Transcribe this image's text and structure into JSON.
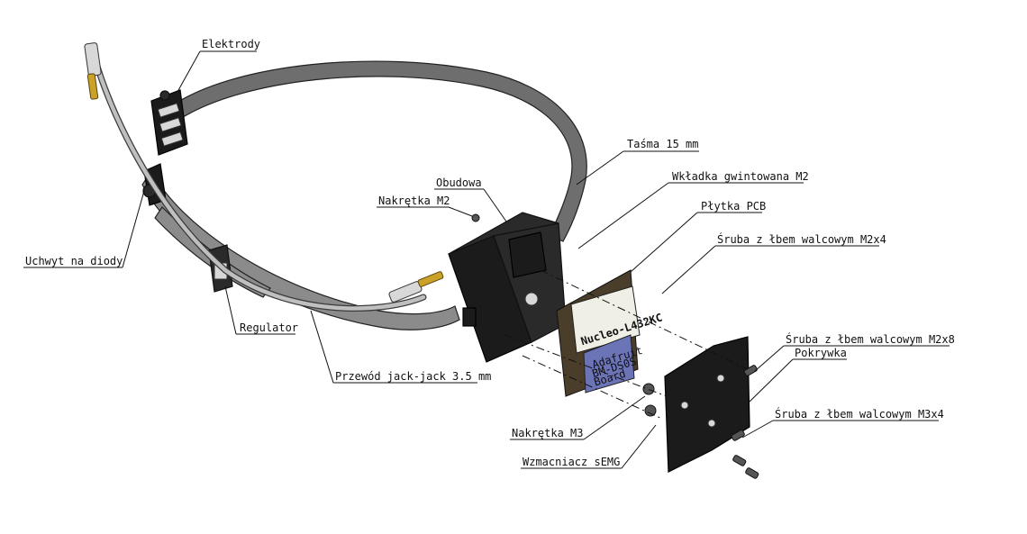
{
  "labels": {
    "elektrody": "Elektrody",
    "tasma": "Taśma 15 mm",
    "obudowa": "Obudowa",
    "wkladka": "Wkładka gwintowana M2",
    "nakretka_m2": "Nakrętka M2",
    "plytka_pcb": "Płytka PCB",
    "sruba_m2x4": "Śruba z łbem walcowym M2x4",
    "uchwyt": "Uchwyt na diody",
    "regulator": "Regulator",
    "przewod": "Przewód jack-jack 3.5 mm",
    "sruba_m2x8": "Śruba z łbem walcowym M2x8",
    "pokrywka": "Pokrywka",
    "sruba_m3x4": "Śruba z łbem walcowym M3x4",
    "nakretka_m3": "Nakrętka M3",
    "wzmacniacz": "Wzmacniacz sEMG"
  },
  "board_text": {
    "nucleo": "Nucleo-L432KC",
    "amp_line1": "Adafruit",
    "amp_line2": "BM-DS0S",
    "amp_line3": "Board"
  }
}
